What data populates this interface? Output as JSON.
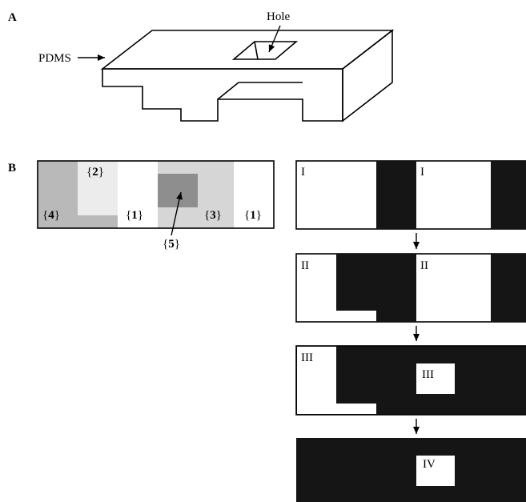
{
  "panel_a": {
    "letter": "A",
    "pdms_label": "PDMS",
    "hole_label": "Hole"
  },
  "panel_b": {
    "letter": "B",
    "regions": {
      "r4": "4",
      "r2": "2",
      "r1a": "1",
      "r3": "3",
      "r1b": "1",
      "r5": "5"
    },
    "steps": [
      {
        "left": "I",
        "right": "I"
      },
      {
        "left": "II",
        "right": "II"
      },
      {
        "left": "III",
        "right": "III"
      },
      {
        "right": "IV"
      }
    ],
    "colors": {
      "black": "#151515",
      "gray_dark": "#8e8e8e",
      "gray_mid": "#b9b9b9",
      "gray_light": "#d6d6d6",
      "gray_lighter": "#ececec"
    }
  }
}
